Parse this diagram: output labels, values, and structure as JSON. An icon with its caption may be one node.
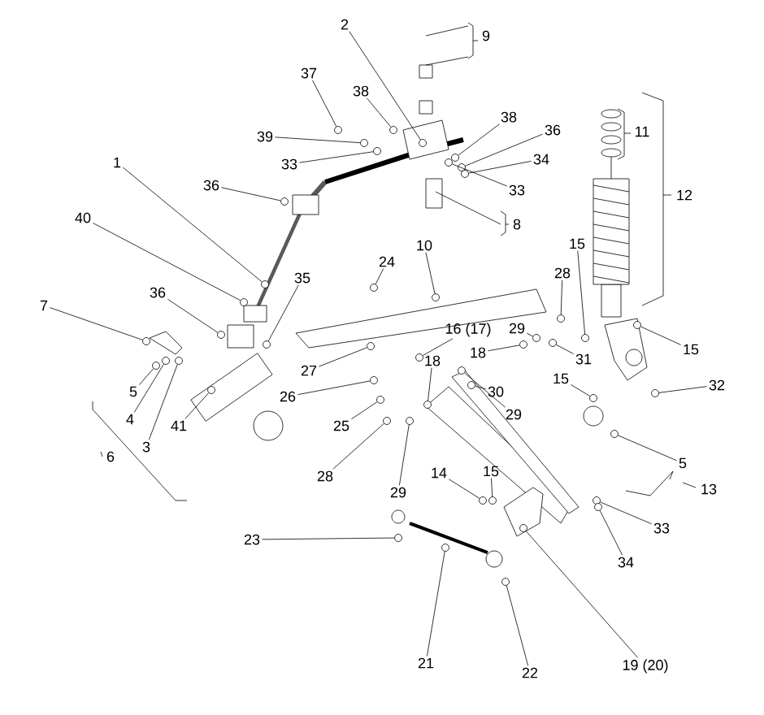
{
  "diagram": {
    "nodes": [
      {
        "text": [
          "2"
        ]
      },
      {
        "text": [
          "37"
        ]
      },
      {
        "text": [
          "38"
        ]
      },
      {
        "text": [
          "39"
        ]
      },
      {
        "text": [
          "33"
        ]
      },
      {
        "text": [
          "1"
        ]
      },
      {
        "text": [
          "36"
        ]
      },
      {
        "text": [
          "38"
        ]
      },
      {
        "text": [
          "36"
        ]
      },
      {
        "text": [
          "34"
        ]
      },
      {
        "text": [
          "33"
        ]
      },
      {
        "text": [
          "40"
        ]
      },
      {
        "text": [
          "35"
        ]
      },
      {
        "text": [
          "24"
        ]
      },
      {
        "text": [
          "10"
        ]
      },
      {
        "text": [
          "15"
        ]
      },
      {
        "text": [
          "28"
        ]
      },
      {
        "text": [
          "7"
        ]
      },
      {
        "text": [
          "36"
        ]
      },
      {
        "text": [
          "16 (17)"
        ]
      },
      {
        "text": [
          "29"
        ]
      },
      {
        "text": [
          "18"
        ]
      },
      {
        "text": [
          "31"
        ]
      },
      {
        "text": [
          "15"
        ]
      },
      {
        "text": [
          "18"
        ]
      },
      {
        "text": [
          "27"
        ]
      },
      {
        "text": [
          "5"
        ]
      },
      {
        "text": [
          "26"
        ]
      },
      {
        "text": [
          "30"
        ]
      },
      {
        "text": [
          "15"
        ]
      },
      {
        "text": [
          "32"
        ]
      },
      {
        "text": [
          "29"
        ]
      },
      {
        "text": [
          "4"
        ]
      },
      {
        "text": [
          "41"
        ]
      },
      {
        "text": [
          "25"
        ]
      },
      {
        "text": [
          "3"
        ]
      },
      {
        "text": [
          "5"
        ]
      },
      {
        "text": [
          "14"
        ]
      },
      {
        "text": [
          "15"
        ]
      },
      {
        "text": [
          "28"
        ]
      },
      {
        "text": [
          "29"
        ]
      },
      {
        "text": [
          "33"
        ]
      },
      {
        "text": [
          "23"
        ]
      },
      {
        "text": [
          "34"
        ]
      },
      {
        "text": [
          "21"
        ]
      },
      {
        "text": [
          "22"
        ]
      },
      {
        "text": [
          "19 (20)"
        ]
      },
      {
        "text": [],
        "shape": "circle"
      },
      {
        "text": [],
        "shape": "circle"
      },
      {
        "text": [],
        "shape": "circle"
      },
      {
        "text": [],
        "shape": "circle"
      },
      {
        "text": [],
        "shape": "circle"
      },
      {
        "text": [],
        "shape": "circle"
      },
      {
        "text": [],
        "shape": "circle"
      },
      {
        "text": [],
        "shape": "circle"
      },
      {
        "text": [],
        "shape": "circle"
      },
      {
        "text": [],
        "shape": "circle"
      },
      {
        "text": [],
        "shape": "circle"
      },
      {
        "text": [],
        "shape": "circle"
      },
      {
        "text": [],
        "shape": "circle"
      },
      {
        "text": [],
        "shape": "circle"
      },
      {
        "text": [],
        "shape": "circle"
      },
      {
        "text": [],
        "shape": "circle"
      },
      {
        "text": [],
        "shape": "circle"
      },
      {
        "text": [],
        "shape": "circle"
      },
      {
        "text": [],
        "shape": "circle"
      },
      {
        "text": [],
        "shape": "circle"
      },
      {
        "text": [],
        "shape": "circle"
      },
      {
        "text": [],
        "shape": "circle"
      },
      {
        "text": [],
        "shape": "circle"
      },
      {
        "text": [],
        "shape": "circle"
      },
      {
        "text": [],
        "shape": "circle"
      },
      {
        "text": [],
        "shape": "circle"
      },
      {
        "text": [],
        "shape": "circle"
      },
      {
        "text": [],
        "shape": "circle"
      },
      {
        "text": [],
        "shape": "circle"
      },
      {
        "text": [],
        "shape": "circle"
      },
      {
        "text": [],
        "shape": "circle"
      },
      {
        "text": [],
        "shape": "circle"
      },
      {
        "text": [],
        "shape": "circle"
      },
      {
        "text": [],
        "shape": "circle"
      },
      {
        "text": [],
        "shape": "circle"
      },
      {
        "text": [],
        "shape": "circle"
      },
      {
        "text": [],
        "shape": "circle"
      },
      {
        "text": [],
        "shape": "circle"
      },
      {
        "text": [],
        "shape": "circle"
      },
      {
        "text": [],
        "shape": "circle"
      },
      {
        "text": [],
        "shape": "circle"
      },
      {
        "text": [],
        "shape": "circle"
      },
      {
        "text": [],
        "shape": "circle"
      },
      {
        "text": [],
        "shape": "circle"
      },
      {
        "text": [],
        "shape": "circle"
      },
      {
        "text": [],
        "shape": "circle"
      },
      {
        "text": [],
        "shape": "circle"
      }
    ],
    "edges": [
      {
        "from": 0,
        "to": 47,
        "arrow": "none"
      },
      {
        "from": 1,
        "to": 48,
        "arrow": "none"
      },
      {
        "from": 2,
        "to": 49,
        "arrow": "none"
      },
      {
        "from": 3,
        "to": 50,
        "arrow": "none"
      },
      {
        "from": 4,
        "to": 51,
        "arrow": "none"
      },
      {
        "from": 5,
        "to": 52,
        "arrow": "none"
      },
      {
        "from": 6,
        "to": 53,
        "arrow": "none"
      },
      {
        "from": 7,
        "to": 54,
        "arrow": "none"
      },
      {
        "from": 8,
        "to": 55,
        "arrow": "none"
      },
      {
        "from": 9,
        "to": 56,
        "arrow": "none"
      },
      {
        "from": 10,
        "to": 57,
        "arrow": "none"
      },
      {
        "from": 11,
        "to": 58,
        "arrow": "none"
      },
      {
        "from": 12,
        "to": 59,
        "arrow": "none"
      },
      {
        "from": 13,
        "to": 60,
        "arrow": "none"
      },
      {
        "from": 14,
        "to": 61,
        "arrow": "none"
      },
      {
        "from": 15,
        "to": 62,
        "arrow": "none"
      },
      {
        "from": 16,
        "to": 63,
        "arrow": "none"
      },
      {
        "from": 17,
        "to": 64,
        "arrow": "none"
      },
      {
        "from": 18,
        "to": 65,
        "arrow": "none"
      },
      {
        "from": 19,
        "to": 66,
        "arrow": "none"
      },
      {
        "from": 20,
        "to": 67,
        "arrow": "none"
      },
      {
        "from": 21,
        "to": 68,
        "arrow": "none"
      },
      {
        "from": 22,
        "to": 69,
        "arrow": "none"
      },
      {
        "from": 23,
        "to": 70,
        "arrow": "none"
      },
      {
        "from": 24,
        "to": 71,
        "arrow": "none"
      },
      {
        "from": 25,
        "to": 72,
        "arrow": "none"
      },
      {
        "from": 26,
        "to": 73,
        "arrow": "none"
      },
      {
        "from": 27,
        "to": 74,
        "arrow": "none"
      },
      {
        "from": 28,
        "to": 75,
        "arrow": "none"
      },
      {
        "from": 29,
        "to": 76,
        "arrow": "none"
      },
      {
        "from": 30,
        "to": 77,
        "arrow": "none"
      },
      {
        "from": 31,
        "to": 78,
        "arrow": "none"
      },
      {
        "from": 32,
        "to": 79,
        "arrow": "none"
      },
      {
        "from": 33,
        "to": 80,
        "arrow": "none"
      },
      {
        "from": 34,
        "to": 81,
        "arrow": "none"
      },
      {
        "from": 35,
        "to": 82,
        "arrow": "none"
      },
      {
        "from": 36,
        "to": 83,
        "arrow": "none"
      },
      {
        "from": 37,
        "to": 84,
        "arrow": "none"
      },
      {
        "from": 38,
        "to": 85,
        "arrow": "none"
      },
      {
        "from": 39,
        "to": 86,
        "arrow": "none"
      },
      {
        "from": 40,
        "to": 87,
        "arrow": "none"
      },
      {
        "from": 41,
        "to": 88,
        "arrow": "none"
      },
      {
        "from": 42,
        "to": 89,
        "arrow": "none"
      },
      {
        "from": 43,
        "to": 90,
        "arrow": "none"
      },
      {
        "from": 44,
        "to": 91,
        "arrow": "none"
      },
      {
        "from": 45,
        "to": 92,
        "arrow": "none"
      },
      {
        "from": 46,
        "to": 93,
        "arrow": "none"
      }
    ],
    "labels": [
      "9",
      "11",
      "8",
      "12",
      "6",
      "13"
    ]
  }
}
